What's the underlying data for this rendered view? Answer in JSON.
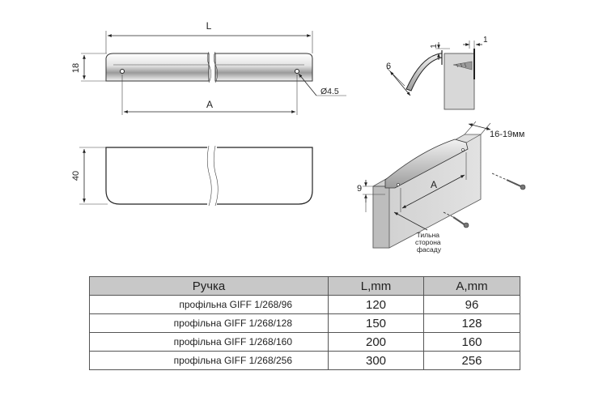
{
  "front_view": {
    "label_length": "L",
    "label_height": "18",
    "label_spacing": "A",
    "label_hole": "Ø4.5"
  },
  "profile_view": {
    "label_depth": "6",
    "label_top_1": "1",
    "label_top_2": "1"
  },
  "plan_view": {
    "label_height": "40"
  },
  "mount_view": {
    "label_thickness": "16-19мм",
    "label_spacing": "A",
    "label_offset": "9",
    "caption_lines": [
      "Тильна",
      "сторона",
      "фасаду"
    ]
  },
  "table": {
    "headers": [
      "Ручка",
      "L,mm",
      "A,mm"
    ],
    "rows": [
      {
        "name": "профільна GIFF 1/268/96",
        "L": "120",
        "A": "96"
      },
      {
        "name": "профільна GIFF 1/268/128",
        "L": "150",
        "A": "128"
      },
      {
        "name": "профільна GIFF 1/268/160",
        "L": "200",
        "A": "160"
      },
      {
        "name": "профільна GIFF 1/268/256",
        "L": "300",
        "A": "256"
      }
    ]
  },
  "colors": {
    "header_fill": "#c8c8c8",
    "panel_fill": "#d6d6d6",
    "line": "#222222"
  }
}
